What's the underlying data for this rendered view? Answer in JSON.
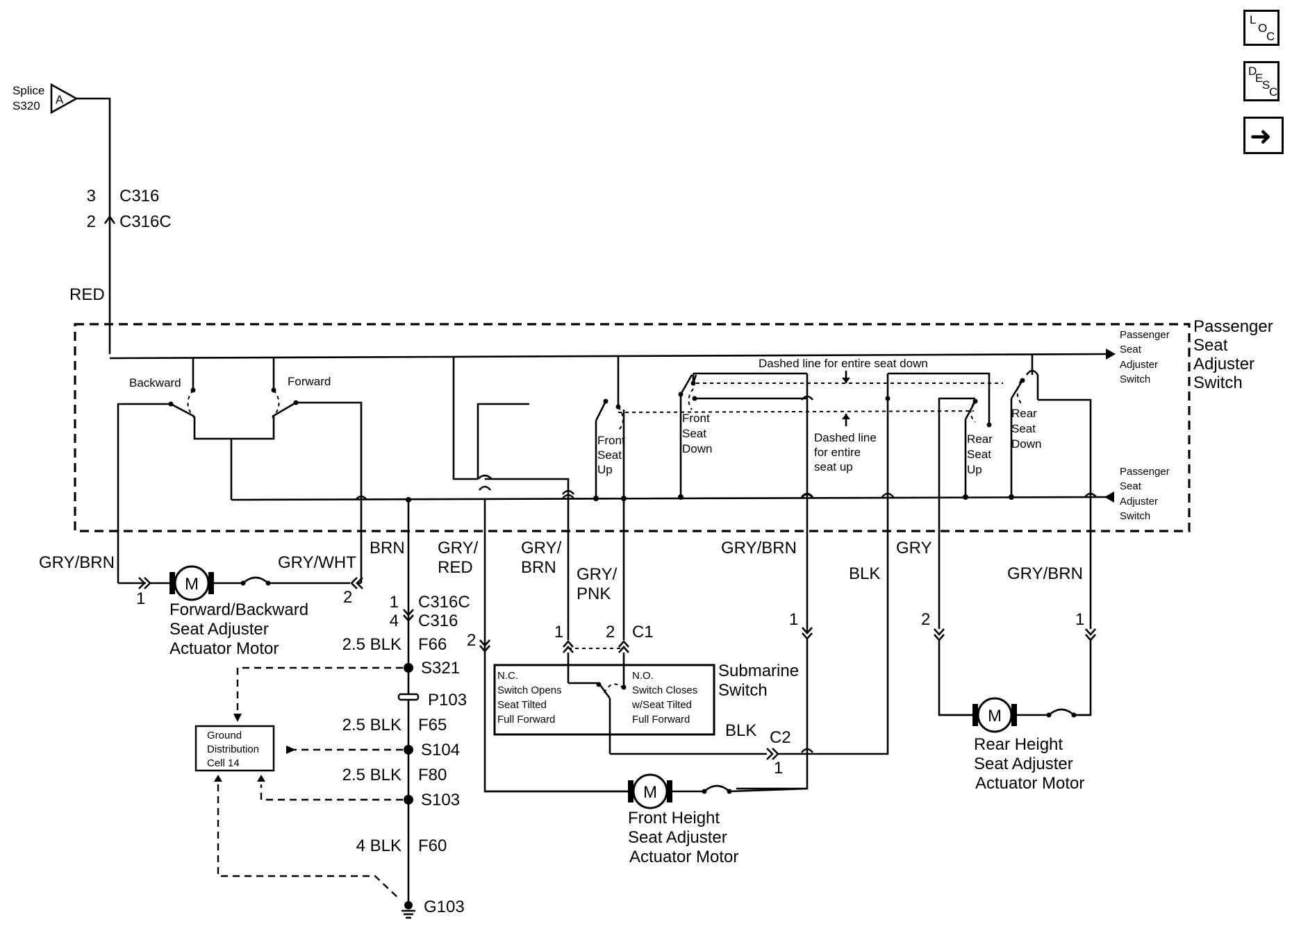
{
  "nav": {
    "loc": [
      "L",
      "O",
      "C"
    ],
    "desc": [
      "D",
      "E",
      "S",
      "C"
    ],
    "next_glyph": "➜"
  },
  "splice": {
    "label1": "Splice",
    "label2": "S320",
    "ref": "A"
  },
  "connectors": {
    "c316_pin": "3",
    "c316": "C316",
    "c316c_pin": "2",
    "c316c": "C316C",
    "lower_c316c_pin": "1",
    "lower_c316c": "C316C",
    "lower_c316_pin": "4",
    "lower_c316": "C316",
    "c1": "C1",
    "c1_pin1": "1",
    "c1_pin2": "2",
    "c2": "C2",
    "c2_pin": "1",
    "fwd_pin1": "1",
    "fwd_pin2": "2",
    "front_motor_pin2": "2",
    "front_up_pin1": "1",
    "rear_pin2": "2",
    "rear_pin1": "1"
  },
  "wires": {
    "red": "RED",
    "gry_brn_left": "GRY/BRN",
    "gry_wht": "GRY/WHT",
    "brn": "BRN",
    "gry_red_1": "GRY/",
    "gry_red_2": "RED",
    "gry_brn_mid_1": "GRY/",
    "gry_brn_mid_2": "BRN",
    "gry_pnk_1": "GRY/",
    "gry_pnk_2": "PNK",
    "gry_brn_front": "GRY/BRN",
    "blk": "BLK",
    "gry": "GRY",
    "gry_brn_rear": "GRY/BRN",
    "blk_c2": "BLK"
  },
  "switch_box": {
    "title": [
      "Passenger",
      "Seat",
      "Adjuster",
      "Switch"
    ],
    "top_label": [
      "Passenger",
      "Seat",
      "Adjuster",
      "Switch"
    ],
    "bottom_label": [
      "Passenger",
      "Seat",
      "Adjuster",
      "Switch"
    ],
    "backward": "Backward",
    "forward": "Forward",
    "front_seat_up": [
      "Front",
      "Seat",
      "Up"
    ],
    "front_seat_down": [
      "Front",
      "Seat",
      "Down"
    ],
    "rear_seat_up": [
      "Rear",
      "Seat",
      "Up"
    ],
    "rear_seat_down": [
      "Rear",
      "Seat",
      "Down"
    ],
    "dashed_down": "Dashed line for entire seat down",
    "dashed_up": [
      "Dashed line",
      "for entire",
      "seat up"
    ]
  },
  "motors": {
    "symbol": "M",
    "fwd_back": [
      "Forward/Backward",
      "Seat Adjuster",
      "Actuator Motor"
    ],
    "front_height": [
      "Front Height",
      "Seat Adjuster",
      "Actuator Motor"
    ],
    "rear_height": [
      "Rear Height",
      "Seat Adjuster",
      "Actuator Motor"
    ]
  },
  "submarine": {
    "title": [
      "Submarine",
      "Switch"
    ],
    "nc": [
      "N.C.",
      "Switch Opens",
      "Seat Tilted",
      "Full Forward"
    ],
    "no": [
      "N.O.",
      "Switch Closes",
      "w/Seat Tilted",
      "Full Forward"
    ]
  },
  "ground": {
    "f66_gauge": "2.5 BLK",
    "f66": "F66",
    "s321": "S321",
    "p103": "P103",
    "f65_gauge": "2.5 BLK",
    "f65": "F65",
    "s104": "S104",
    "f80_gauge": "2.5 BLK",
    "f80": "F80",
    "s103": "S103",
    "f60_gauge": "4 BLK",
    "f60": "F60",
    "g103": "G103",
    "cell": [
      "Ground",
      "Distribution",
      "Cell 14"
    ]
  }
}
